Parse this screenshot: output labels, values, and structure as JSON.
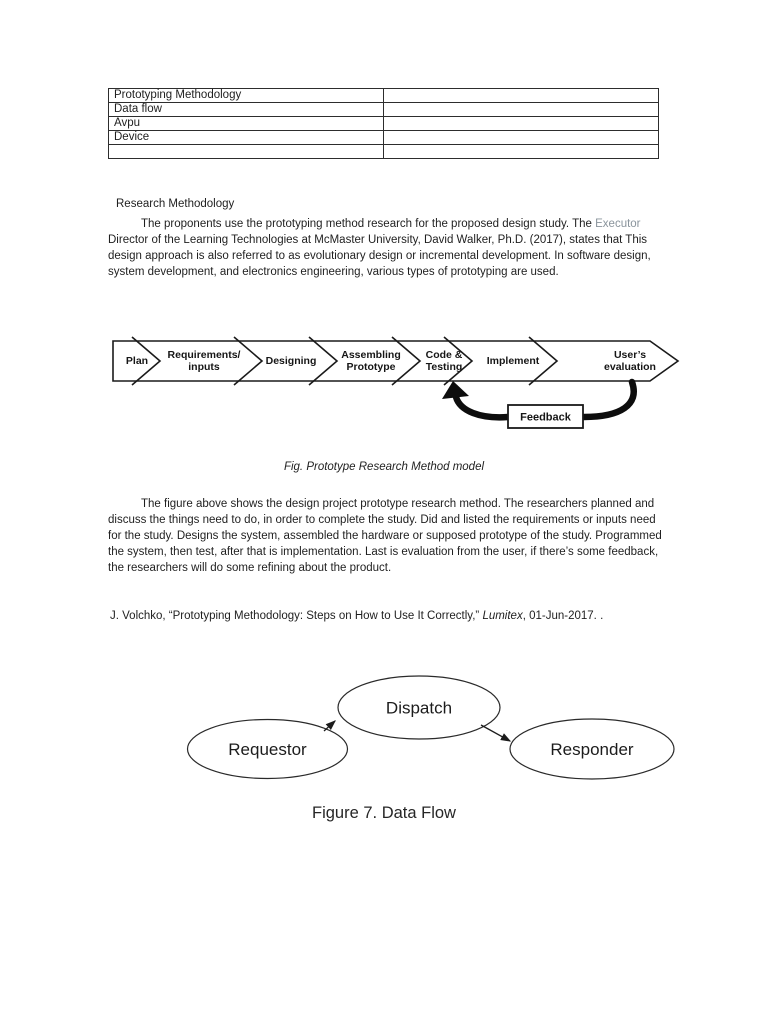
{
  "document": {
    "background": "#ffffff",
    "text_color": "#1f1f1f",
    "grey_word_color": "#8a949c"
  },
  "top_table": {
    "rows": [
      {
        "term": "Prototyping Methodology",
        "definition": ""
      },
      {
        "term": "Data flow",
        "definition": ""
      },
      {
        "term": "Avpu",
        "definition": ""
      },
      {
        "term": "Device",
        "definition": ""
      },
      {
        "term": "",
        "definition": ""
      }
    ]
  },
  "section_heading": "Research Methodology",
  "paragraph1": {
    "lead": "The proponents use the prototyping method research for the proposed design study. The ",
    "grey_word": "Executor",
    "rest": " Director of the Learning Technologies at McMaster University, David Walker, Ph.D. (2017), states that This design approach is also referred to as evolutionary design or incremental development. In software design, system development, and electronics engineering, various types of prototyping are used."
  },
  "process_figure": {
    "steps": [
      {
        "label": "Plan"
      },
      {
        "label": "Requirements/\ninputs"
      },
      {
        "label": "Designing"
      },
      {
        "label": "Assembling\nPrototype"
      },
      {
        "label": "Code &\nTesting"
      },
      {
        "label": "Implement"
      },
      {
        "label": "User’s\nevaluation"
      }
    ],
    "feedback_label": "Feedback",
    "feedback_loop": {
      "from": "User’s evaluation",
      "to": "Code & Testing"
    },
    "caption": "Fig. Prototype Research Method model"
  },
  "paragraph2": "The figure above shows the design project prototype research method. The researchers planned and discuss the things need to do, in order to complete the study. Did and listed the requirements or inputs need for the study. Designs the system, assembled the hardware or supposed prototype of the study. Programmed the system, then test, after that is implementation. Last is evaluation from the user, if there’s some feedback, the researchers will do some refining about the product.",
  "citation": {
    "pre": "J. Volchko, “Prototyping Methodology: Steps on How to Use It Correctly,” ",
    "source": "Lumitex",
    "post": ", 01-Jun-2017. ."
  },
  "data_flow_figure": {
    "nodes": [
      {
        "label": "Requestor"
      },
      {
        "label": "Dispatch"
      },
      {
        "label": "Responder"
      }
    ],
    "edges": [
      {
        "from": "Requestor",
        "to": "Dispatch"
      },
      {
        "from": "Dispatch",
        "to": "Responder"
      }
    ],
    "caption": "Figure 7. Data Flow"
  }
}
